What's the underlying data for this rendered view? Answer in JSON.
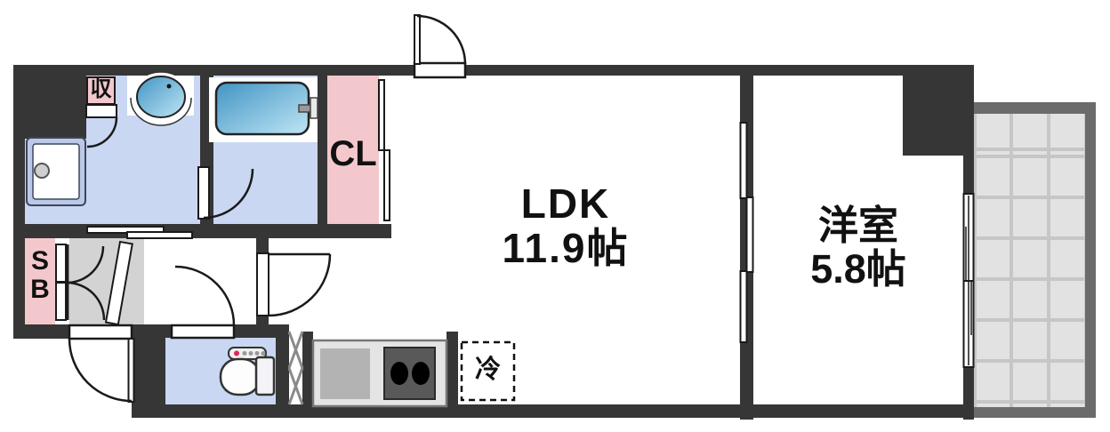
{
  "plan": {
    "rooms": {
      "ldk": {
        "name": "LDK",
        "size": "11.9帖"
      },
      "western_room": {
        "name": "洋室",
        "size": "5.8帖"
      },
      "closet": {
        "label": "CL"
      },
      "shoe_box": {
        "lines": [
          "S",
          "B"
        ]
      },
      "storage": {
        "label": "収"
      },
      "refrigerator": {
        "label": "冷"
      }
    },
    "colors": {
      "wall": "#363636",
      "wet_area_floor": "#c9d7f2",
      "closet_pink": "#f3c8cc",
      "genkan_gray": "#d3d3d3",
      "balcony_frame": "#6b6b6b",
      "balcony_tile": "#e2e2e2",
      "balcony_grid": "#c6c6c6",
      "fixture_blue_start": "#4294c4",
      "fixture_blue_end": "#bfe6f5",
      "counter": "#e4e4e4",
      "kitchen_sink": "#b3b3b3",
      "stove": "#595959",
      "toilet_button_red": "#e0245e"
    }
  }
}
